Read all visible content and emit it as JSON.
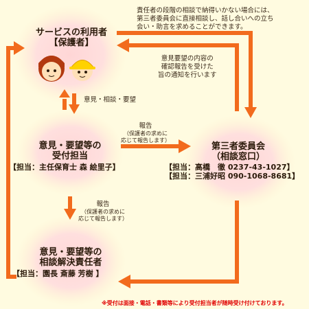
{
  "nodes": {
    "user": {
      "line1": "サービスの利用者",
      "line2": "【保護者】"
    },
    "reception": {
      "line1": "意見・要望等の",
      "line2": "受付担当",
      "contact": "【担当：主任保育士 森 絵里子】"
    },
    "resolution": {
      "line1": "意見・要望等の",
      "line2": "相談解決責任者",
      "contact": "【担当：園長 斎藤 芳樹 】"
    },
    "committee": {
      "line1": "第三者委員会",
      "line2": "（相談窓口）",
      "contact1": "【担当：高橋　徹 0237-43-1027】",
      "contact2": "【担当：三浦好昭 090-1068-8681】"
    }
  },
  "notes": {
    "top_right": [
      "責任者の段階の相談で納得いかない場合には、",
      "第三者委員会に直接相談し、話し合いへの立ち",
      "会い・助言を求めることができます。"
    ],
    "middle_right": [
      "意見要望の内容の",
      "確認報告を受けた",
      "旨の通知を行います"
    ],
    "opinion": "意見・相談・要望",
    "report1": {
      "title": "報告",
      "sub1": "（保護者の求めに",
      "sub2": "応じて報告します）"
    },
    "report2": {
      "title": "報告",
      "sub1": "（保護者の求めに",
      "sub2": "応じて報告します）"
    }
  },
  "footnote": "※受付は面接・電話・書類等により受付担当者が随時受け付けております。",
  "colors": {
    "arrow": "#f26b1d",
    "circle": "#ffd6d6",
    "background": "#fffbe0",
    "footnote": "#e00000"
  }
}
